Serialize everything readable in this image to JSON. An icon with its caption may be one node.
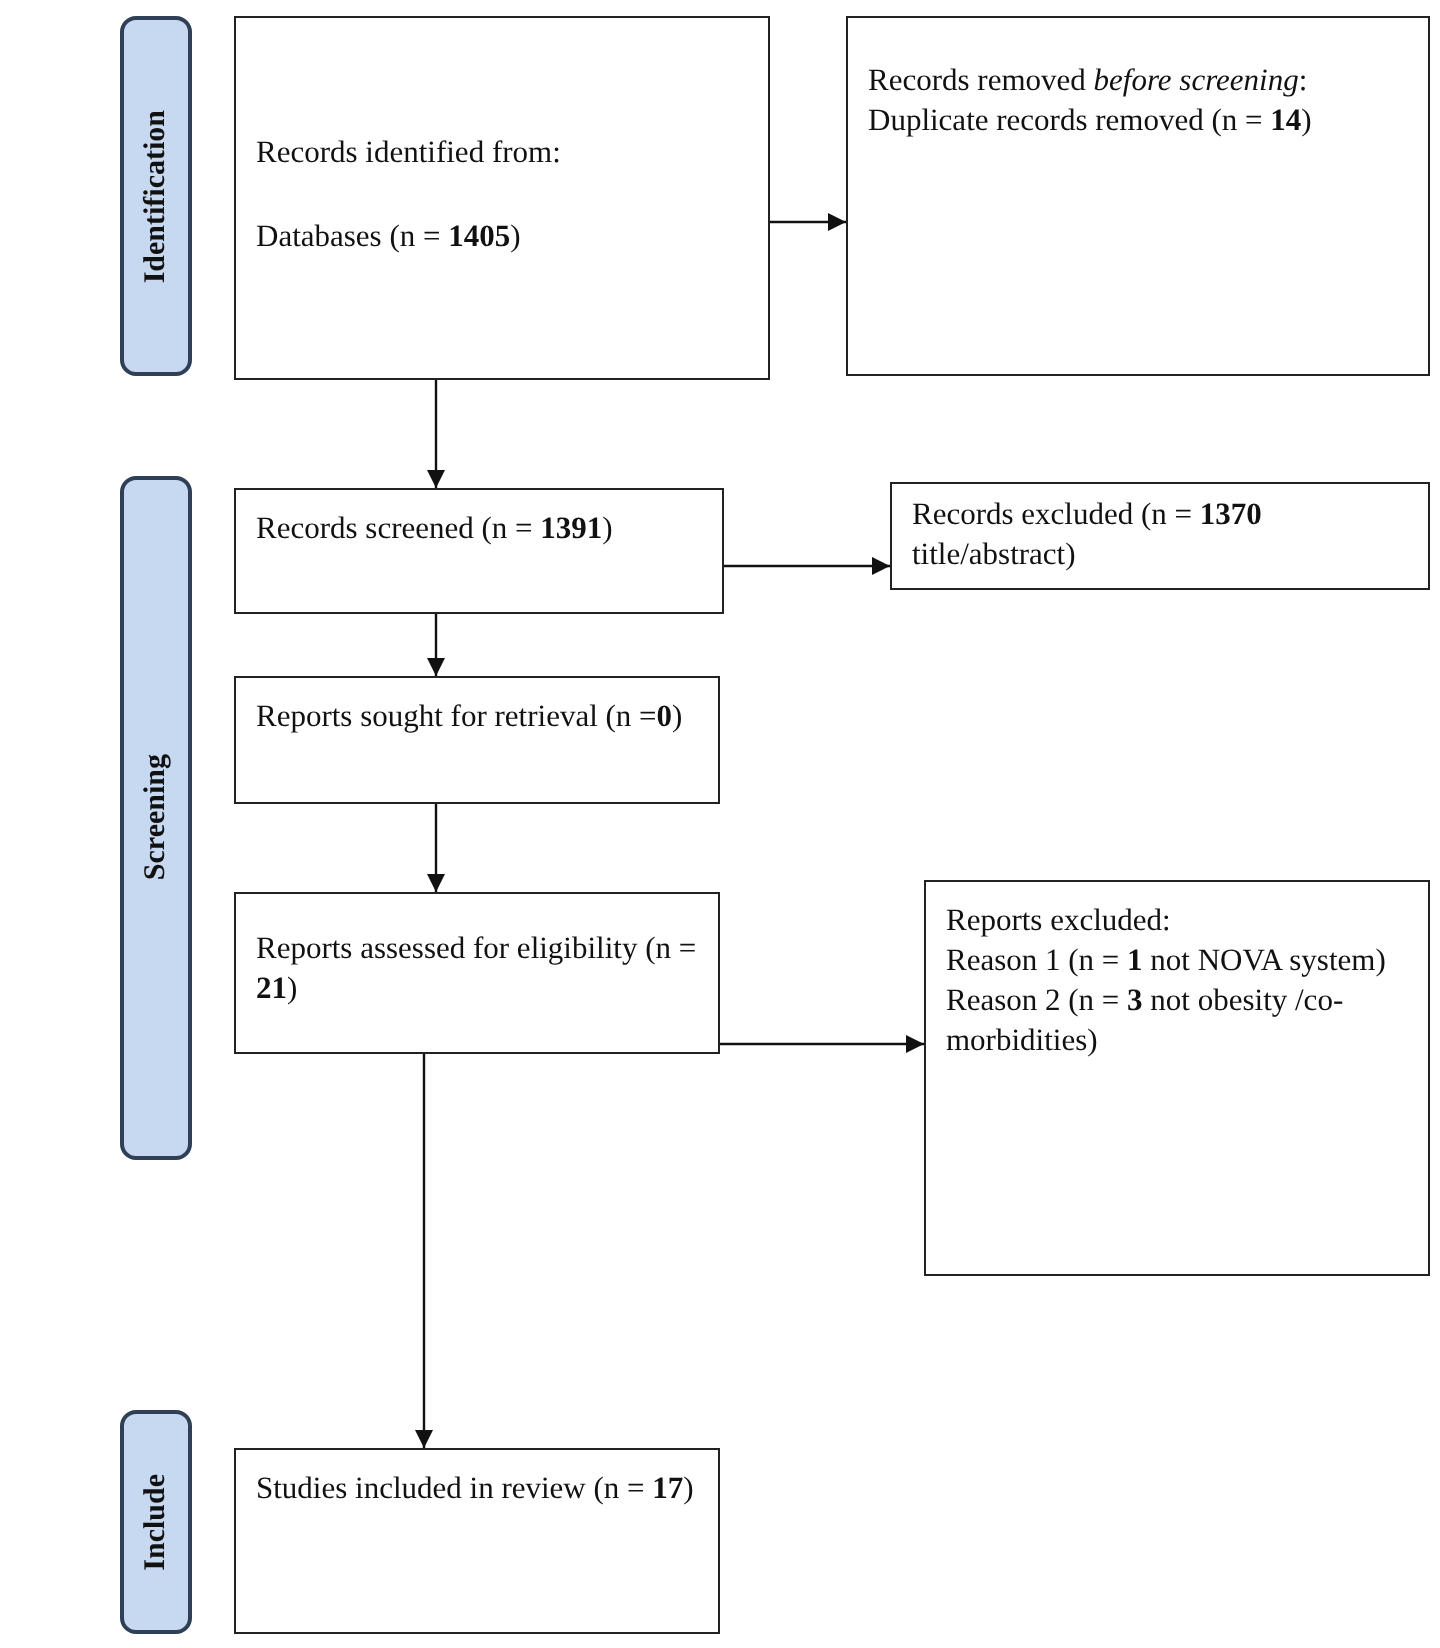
{
  "diagram": {
    "nodes": [
      {
        "text": [
          "Identification"
        ]
      },
      {
        "text": [
          "Screening"
        ]
      },
      {
        "text": [
          "Include"
        ]
      },
      {
        "text": [
          "Records identified from:",
          "Databases (n = **1405**)"
        ]
      },
      {
        "text": [
          "Records removed *before screening*:",
          "Duplicate records removed (n = **14**)"
        ]
      },
      {
        "text": [
          "Records screened (n = **1391**)"
        ]
      },
      {
        "text": [
          "Records excluded (n = **1370** title/abstract)"
        ]
      },
      {
        "text": [
          "Reports sought for retrieval (n =**0**)"
        ]
      },
      {
        "text": [
          "Reports assessed for eligibility (n = **21**)"
        ]
      },
      {
        "text": [
          "Reports excluded:",
          "Reason 1 (n = **1** not NOVA system)",
          "Reason 2 (n = **3** not obesity /co-morbidities)"
        ]
      },
      {
        "text": [
          "Studies included in review (n = **17**)"
        ]
      }
    ],
    "edges": [
      {
        "from": 3,
        "to": 4,
        "arrow": "to"
      },
      {
        "from": 3,
        "to": 5,
        "arrow": "to"
      },
      {
        "from": 5,
        "to": 6,
        "arrow": "to"
      },
      {
        "from": 5,
        "to": 7,
        "arrow": "to"
      },
      {
        "from": 7,
        "to": 8,
        "arrow": "to"
      },
      {
        "from": 8,
        "to": 9,
        "arrow": "to"
      },
      {
        "from": 8,
        "to": 10,
        "arrow": "to"
      }
    ]
  }
}
